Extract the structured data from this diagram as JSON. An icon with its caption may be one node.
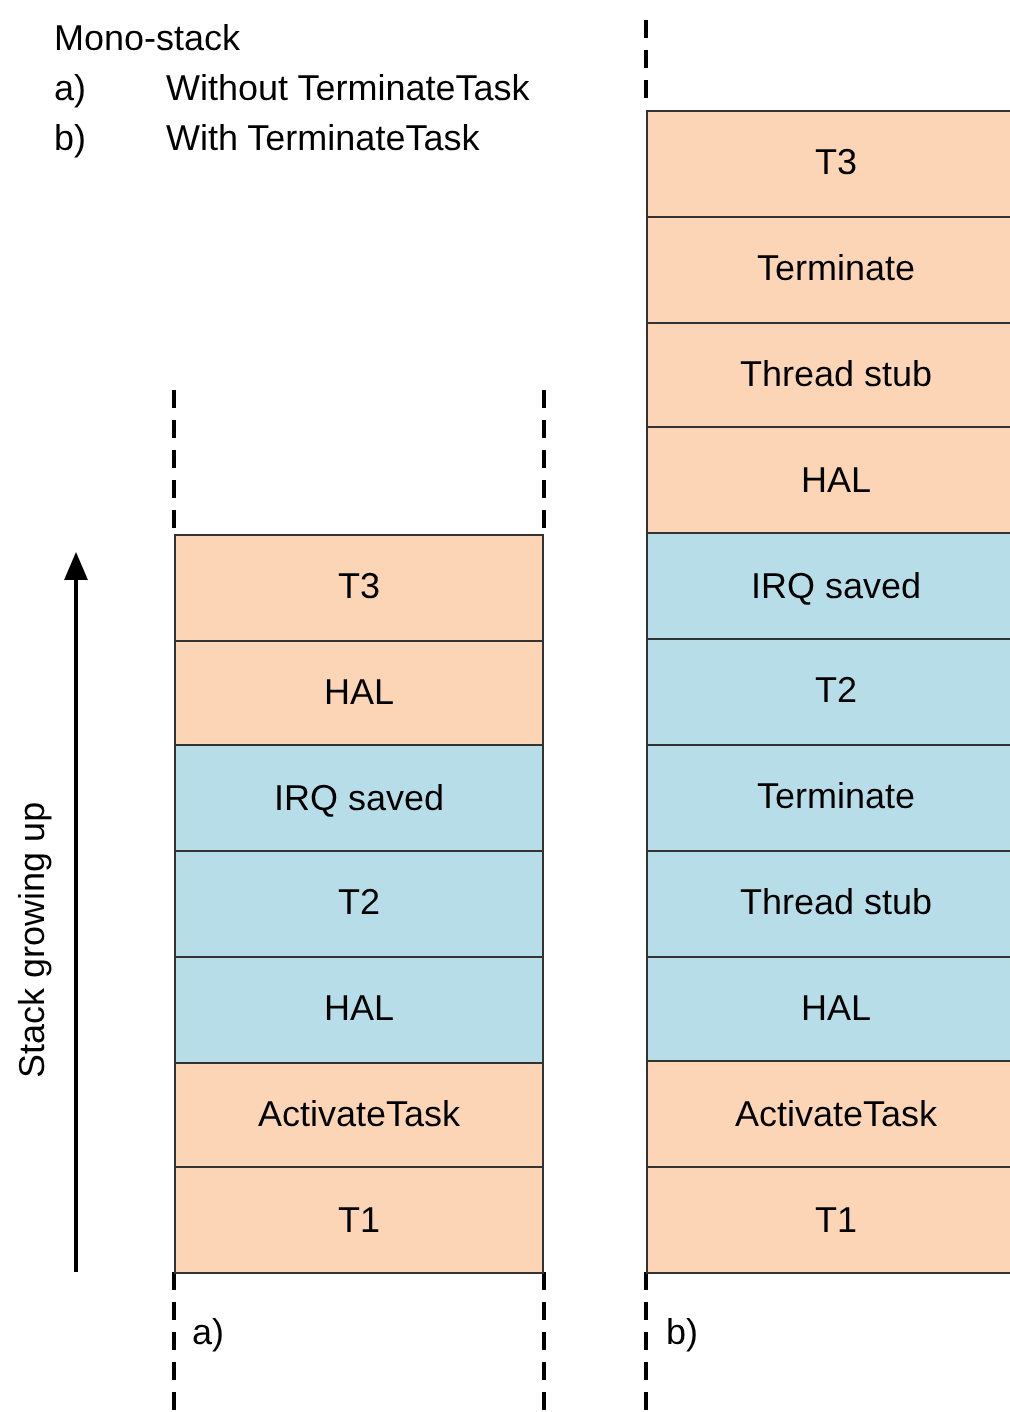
{
  "diagram": {
    "nodes": [
      {
        "text": [
          "T3"
        ]
      },
      {
        "text": [
          "HAL"
        ]
      },
      {
        "text": [
          "IRQ saved"
        ]
      },
      {
        "text": [
          "T2"
        ]
      },
      {
        "text": [
          "HAL"
        ]
      },
      {
        "text": [
          "ActivateTask"
        ]
      },
      {
        "text": [
          "T1"
        ]
      },
      {
        "text": [
          "T3"
        ]
      },
      {
        "text": [
          "Terminate"
        ]
      },
      {
        "text": [
          "Thread stub"
        ]
      },
      {
        "text": [
          "HAL"
        ]
      },
      {
        "text": [
          "IRQ saved"
        ]
      },
      {
        "text": [
          "T2"
        ]
      },
      {
        "text": [
          "Terminate"
        ]
      },
      {
        "text": [
          "Thread stub"
        ]
      },
      {
        "text": [
          "HAL"
        ]
      },
      {
        "text": [
          "ActivateTask"
        ]
      },
      {
        "text": [
          "T1"
        ]
      }
    ],
    "labels": [
      "Mono-stack",
      "a)",
      "Without TerminateTask",
      "b)",
      "With TerminateTask",
      "Stack growing up",
      "a)",
      "b)"
    ]
  }
}
